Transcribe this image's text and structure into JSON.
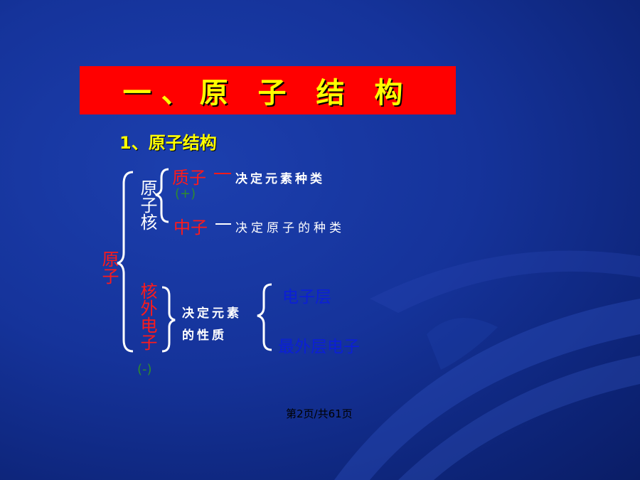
{
  "title": "一、原 子 结 构",
  "subtitle": "1、原子结构",
  "diagram": {
    "root": "原子",
    "nucleus": "原子核",
    "proton": "质子",
    "proton_desc": "决定元素种类",
    "proton_charge": "(+)",
    "neutron": "中子",
    "neutron_desc": "决定原子的种类",
    "electrons": "核外电子",
    "electron_charge": "(-)",
    "electron_desc_1": "决定元素",
    "electron_desc_2": "的性质",
    "electron_layer": "电子层",
    "outer_electrons": "最外层电子"
  },
  "footer": "第2页/共61页",
  "colors": {
    "title_bg": "#ff0000",
    "title_text": "#ffff00",
    "accent_red": "#ff1a1a",
    "green": "#2e8b2e",
    "blue_text": "#0b1fd6"
  }
}
